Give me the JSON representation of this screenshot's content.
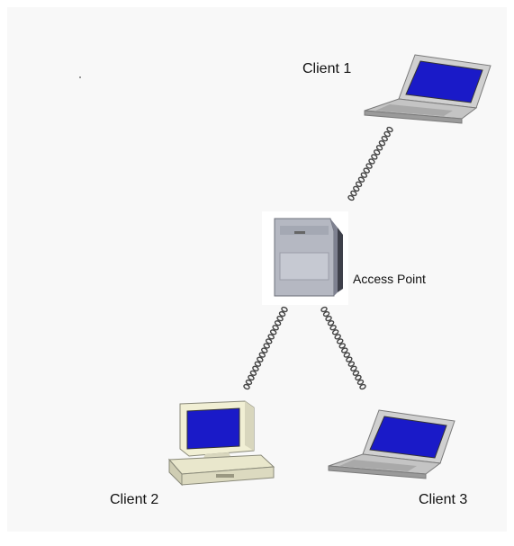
{
  "nodes": {
    "client1": {
      "label": "Client 1",
      "device": "laptop-icon"
    },
    "access_point": {
      "label": "Access Point",
      "device": "access-point-icon"
    },
    "client2": {
      "label": "Client 2",
      "device": "desktop-computer-icon"
    },
    "client3": {
      "label": "Client 3",
      "device": "laptop-icon"
    }
  },
  "links": [
    {
      "from": "access_point",
      "to": "client1",
      "type": "wireless"
    },
    {
      "from": "access_point",
      "to": "client2",
      "type": "wireless"
    },
    {
      "from": "access_point",
      "to": "client3",
      "type": "wireless"
    }
  ],
  "colors": {
    "screen": "#1a1ac8",
    "device_body": "#c9c9c9",
    "monitor_body": "#f1efd4",
    "link": "#444444"
  }
}
